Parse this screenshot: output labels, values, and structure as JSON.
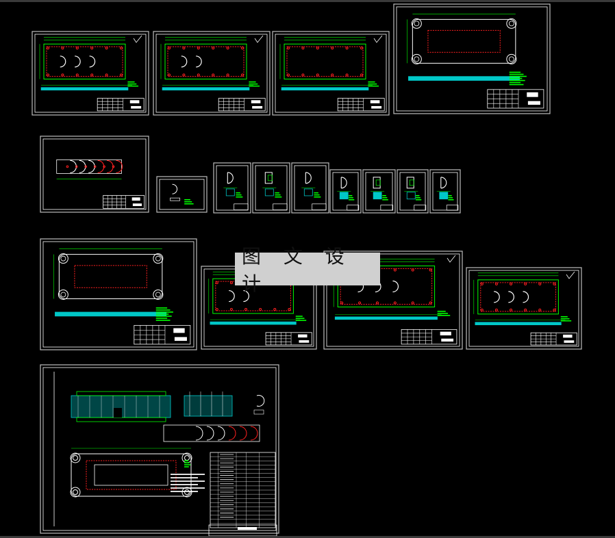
{
  "watermark": {
    "text": "图 文 设 计"
  },
  "colors": {
    "background": "#000000",
    "frame": "#ffffff",
    "outline": "#00ff00",
    "hidden": "#ff2020",
    "solid": "#00c8c8",
    "text": "#ffffff"
  },
  "sheets": [
    {
      "name": "sheet-plate-1",
      "kind": "plate"
    },
    {
      "name": "sheet-plate-2",
      "kind": "plate"
    },
    {
      "name": "sheet-plate-3",
      "kind": "plate"
    },
    {
      "name": "sheet-die-base-top",
      "kind": "base"
    },
    {
      "name": "sheet-strip-layout",
      "kind": "strip"
    },
    {
      "name": "sheet-part-small",
      "kind": "part"
    },
    {
      "name": "sheet-punch-1",
      "kind": "punch"
    },
    {
      "name": "sheet-punch-2",
      "kind": "punch"
    },
    {
      "name": "sheet-punch-3",
      "kind": "punch"
    },
    {
      "name": "sheet-punch-4",
      "kind": "punch"
    },
    {
      "name": "sheet-punch-5",
      "kind": "punch"
    },
    {
      "name": "sheet-punch-6",
      "kind": "punch"
    },
    {
      "name": "sheet-punch-7",
      "kind": "punch"
    },
    {
      "name": "sheet-die-base-bottom",
      "kind": "base"
    },
    {
      "name": "sheet-plate-4",
      "kind": "plate"
    },
    {
      "name": "sheet-plate-5",
      "kind": "plate"
    },
    {
      "name": "sheet-plate-6",
      "kind": "plate"
    },
    {
      "name": "sheet-assembly",
      "kind": "assembly"
    }
  ]
}
